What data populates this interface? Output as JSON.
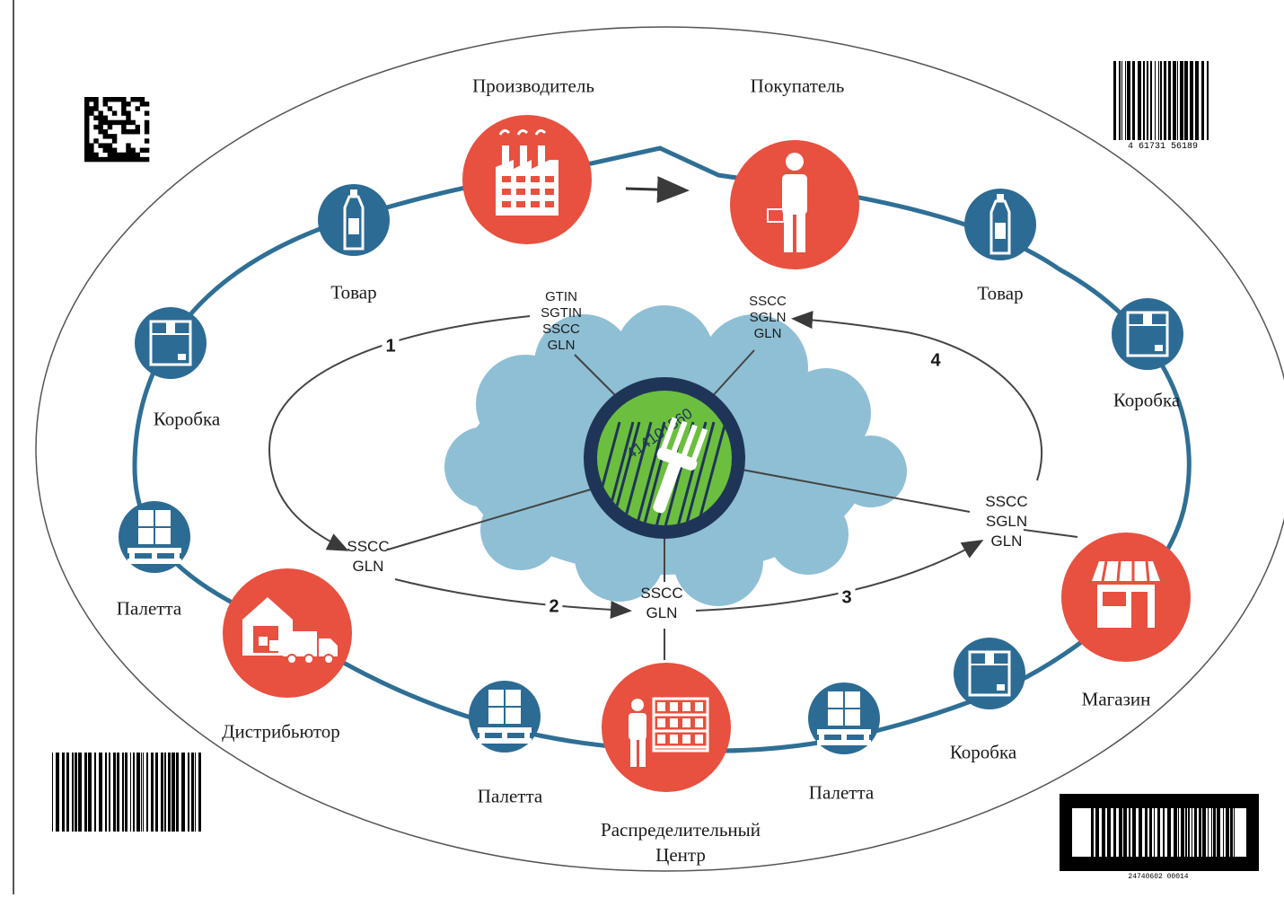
{
  "diagram": {
    "title": "",
    "nodes": {
      "manufacturer": "Производитель",
      "buyer": "Покупатель",
      "distributor": "Дистрибьютор",
      "distribution_center": "Распределительный\nЦентр",
      "store": "Магазин",
      "product_left": "Товар",
      "product_right": "Товар",
      "box_left": "Коробка",
      "box_right": "Коробка",
      "box_bottom_right": "Коробка",
      "pallet_left": "Палетта",
      "pallet_bottom_left": "Палетта",
      "pallet_bottom_right": "Палетта"
    },
    "codes": {
      "manufacturer": [
        "GTIN",
        "SGTIN",
        "SSCC",
        "GLN"
      ],
      "buyer": [
        "SSCC",
        "SGLN",
        "GLN"
      ],
      "distributor": [
        "SSCC",
        "GLN"
      ],
      "distribution_center": [
        "SSCC",
        "GLN"
      ],
      "store": [
        "SSCC",
        "SGLN",
        "GLN"
      ]
    },
    "steps": [
      "1",
      "2",
      "3",
      "4"
    ],
    "barcode_digits_topright": "4 61731 56189",
    "barcode_digits_bottomright": "24740602 00014",
    "hub_digits": "414101560",
    "colors": {
      "node_red": "#e8503f",
      "node_blue": "#2c6b94",
      "ring_line": "#2f6f95",
      "cloud": "#8fbfd4",
      "hub_ring": "#1f3558",
      "hub_green": "#6cbf3e"
    }
  }
}
